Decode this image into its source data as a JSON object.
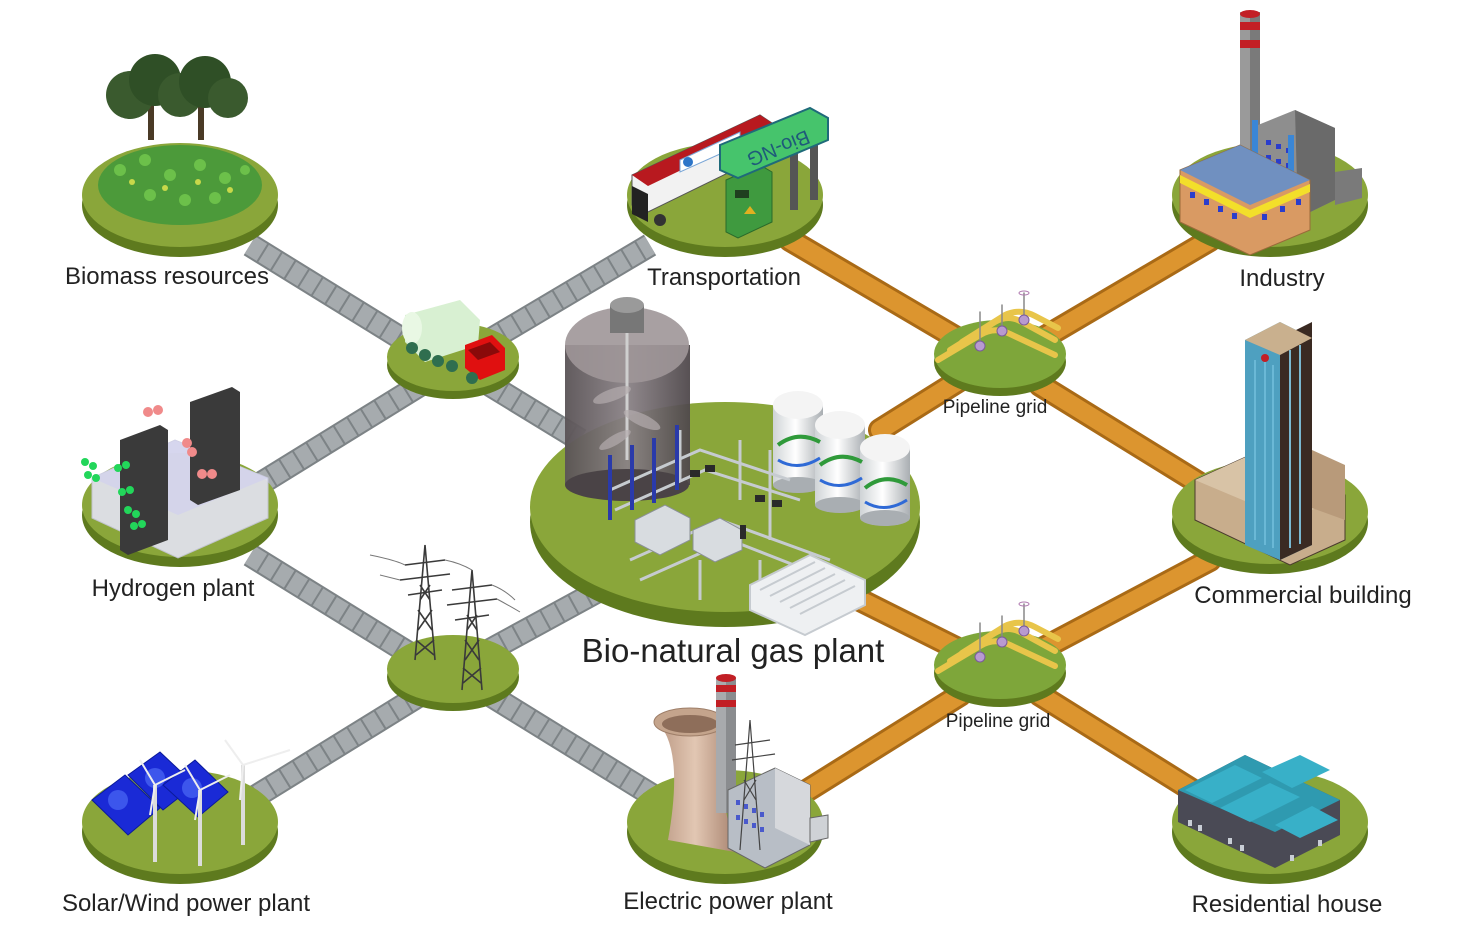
{
  "title": "Bio-natural gas energy network",
  "colors": {
    "background": "#ffffff",
    "platform_top": "#8aa63a",
    "platform_side": "#5e7a1e",
    "road": "#9ea3a6",
    "road_edge": "#7d8386",
    "pipeline": "#d88f2c",
    "pipeline_edge": "#b06e18",
    "label": "#222222"
  },
  "nodes": {
    "biomass": {
      "label": "Biomass resources",
      "icon": "trees-crops-icon"
    },
    "transportation": {
      "label": "Transportation",
      "icon": "bus-fuel-station-icon",
      "sign_text": "Bio-NG"
    },
    "industry": {
      "label": "Industry",
      "icon": "factory-icon"
    },
    "hydrogen": {
      "label": "Hydrogen plant",
      "icon": "electrolyzer-icon"
    },
    "commercial": {
      "label": "Commercial building",
      "icon": "skyscraper-icon"
    },
    "solar_wind": {
      "label": "Solar/Wind power plant",
      "icon": "solar-wind-icon"
    },
    "electric": {
      "label": "Electric power plant",
      "icon": "cooling-tower-icon"
    },
    "residential": {
      "label": "Residential house",
      "icon": "houses-icon"
    },
    "central": {
      "label": "Bio-natural gas plant",
      "icon": "digester-plant-icon"
    },
    "truck_hub": {
      "label": "",
      "icon": "tanker-truck-icon"
    },
    "power_hub": {
      "label": "",
      "icon": "transmission-tower-icon"
    },
    "pipeline_grid_top": {
      "label": "Pipeline grid",
      "icon": "pipeline-valve-icon"
    },
    "pipeline_grid_bottom": {
      "label": "Pipeline grid",
      "icon": "pipeline-valve-icon"
    }
  },
  "connections": [
    {
      "from": "biomass",
      "to": "truck_hub",
      "type": "road"
    },
    {
      "from": "truck_hub",
      "to": "transportation",
      "type": "road"
    },
    {
      "from": "truck_hub",
      "to": "hydrogen",
      "type": "road"
    },
    {
      "from": "truck_hub",
      "to": "central",
      "type": "road"
    },
    {
      "from": "hydrogen",
      "to": "power_hub",
      "type": "road"
    },
    {
      "from": "power_hub",
      "to": "solar_wind",
      "type": "road"
    },
    {
      "from": "power_hub",
      "to": "central",
      "type": "road"
    },
    {
      "from": "power_hub",
      "to": "electric",
      "type": "road"
    },
    {
      "from": "transportation",
      "to": "pipeline_grid_top",
      "type": "pipeline"
    },
    {
      "from": "pipeline_grid_top",
      "to": "industry",
      "type": "pipeline"
    },
    {
      "from": "pipeline_grid_top",
      "to": "central",
      "type": "pipeline"
    },
    {
      "from": "pipeline_grid_top",
      "to": "commercial",
      "type": "pipeline"
    },
    {
      "from": "central",
      "to": "pipeline_grid_bottom",
      "type": "pipeline"
    },
    {
      "from": "pipeline_grid_bottom",
      "to": "commercial",
      "type": "pipeline"
    },
    {
      "from": "pipeline_grid_bottom",
      "to": "electric",
      "type": "pipeline"
    },
    {
      "from": "pipeline_grid_bottom",
      "to": "residential",
      "type": "pipeline"
    }
  ]
}
